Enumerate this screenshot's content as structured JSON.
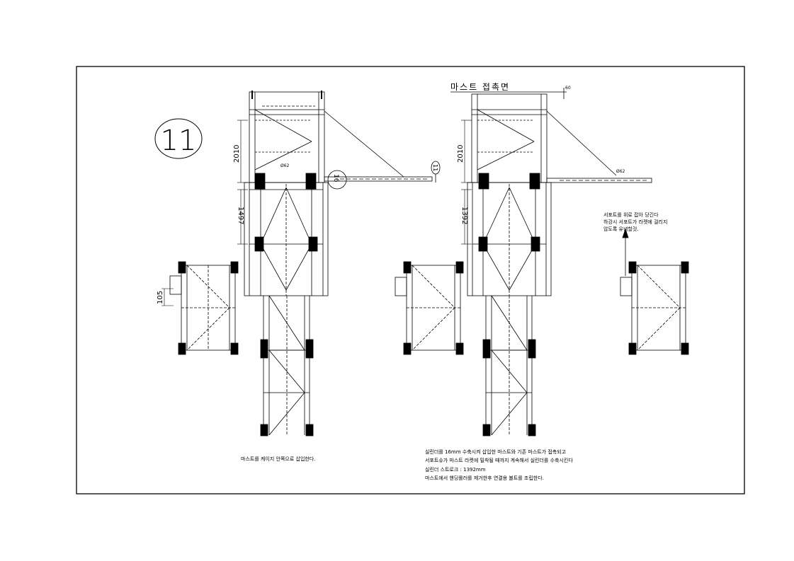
{
  "step_number": "11",
  "section_title": "마스트 접촉면",
  "dimensions": {
    "left_upper": "2010",
    "left_lower": "1497",
    "left_small": "105",
    "right_upper": "2010",
    "right_lower": "1392",
    "top_offset": "60",
    "pin_left": "Ø62",
    "pin_right": "Ø62",
    "bubble_16": "16",
    "bubble_11": "11"
  },
  "notes": {
    "support": [
      "서포트를 위로 잡아 당긴다",
      "하강시 서포트가 라켓에 걸리지",
      "않도록 유념할것."
    ],
    "left_caption": "마스트를 케이지 안쪽으로 삽입한다.",
    "right_caption": [
      "실린더를 16mm 수축시켜 삽입한 마스트와 기존 마스트가 접촉되고",
      "서포트슈가 마스트 라켓에 밀착될 때까지 계속해서 실린더를 수축시킨다",
      "실린더 스트로크 : 1392mm",
      "마스트에서 핸딩롤러를 제거한후 연결용 볼트를 조립한다."
    ]
  },
  "colors": {
    "line": "#000000",
    "background": "#ffffff"
  }
}
